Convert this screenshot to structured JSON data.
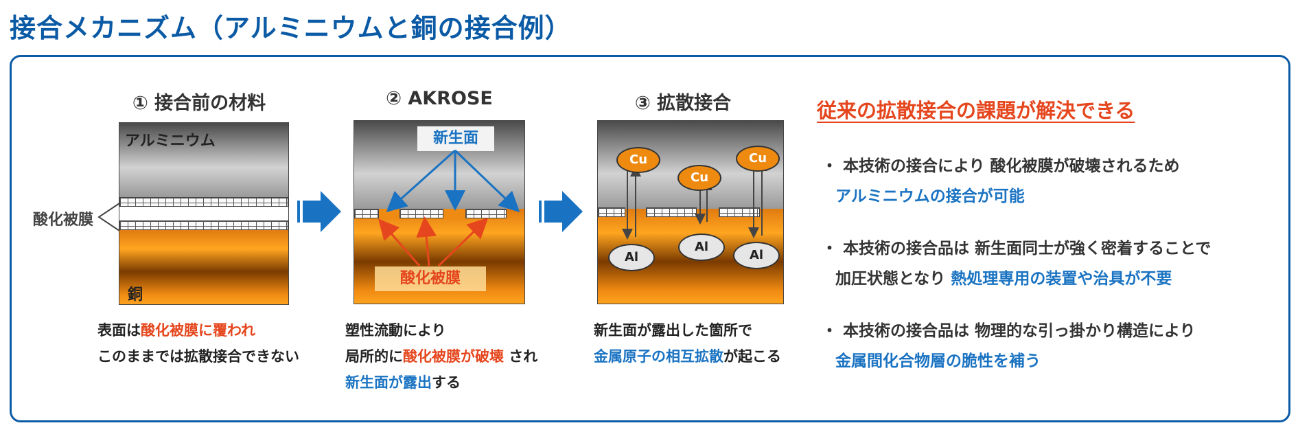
{
  "page_title": "接合メカニズム（アルミニウムと銅の接合例）",
  "steps": [
    {
      "title": "① 接合前の材料",
      "label_top": "アルミニウム",
      "label_bottom": "銅",
      "side_label": "酸化被膜"
    },
    {
      "title": "② AKROSE",
      "label_new_surface": "新生面",
      "label_oxide": "酸化被膜"
    },
    {
      "title": "③ 拡散接合",
      "cu_label": "Cu",
      "al_label": "Al"
    }
  ],
  "captions": {
    "step1": {
      "l1_a": "表面は",
      "l1_b": "酸化被膜に覆われ",
      "l2": "このままでは拡散接合できない"
    },
    "step2": {
      "l1": "塑性流動により",
      "l2_a": "局所的に",
      "l2_b": "酸化被膜が破壊",
      "l2_c": " され",
      "l3_a": "新生面が露出",
      "l3_b": "する"
    },
    "step3": {
      "l1": "新生面が露出した箇所で",
      "l2_a": "金属原子の相互拡散",
      "l2_b": "が起こる"
    }
  },
  "benefits": {
    "heading": "従来の拡散接合の課題が解決できる",
    "items": [
      {
        "line1": "・ 本技術の接合により 酸化被膜が破壊されるため",
        "line2_plain": "",
        "line2_blue": "アルミニウムの接合が可能"
      },
      {
        "line1": "・ 本技術の接合品は 新生面同士が強く密着することで",
        "line2_plain": "加圧状態となり ",
        "line2_blue": "熱処理専用の装置や治具が不要"
      },
      {
        "line1": "・ 本技術の接合品は 物理的な引っ掛かり構造により",
        "line2_plain": "",
        "line2_blue": "金属間化合物層の脆性を補う"
      }
    ]
  },
  "colors": {
    "accent_blue": "#0b5aa5",
    "highlight_red": "#e5461d",
    "highlight_blue": "#1a73c2",
    "copper": "#ee8a10"
  }
}
